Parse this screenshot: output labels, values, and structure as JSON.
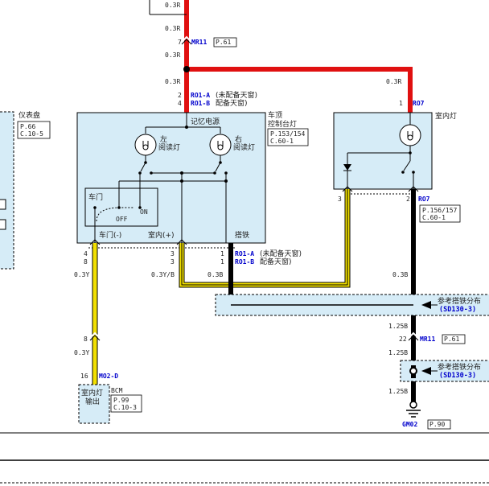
{
  "colors": {
    "red_wire": "#e01010",
    "yellow_wire": "#f2e000",
    "black_wire": "#000000",
    "component_fill": "#d6ecf7",
    "connector_text": "#0000cc"
  },
  "wire_labels": {
    "top_1": "0.3R",
    "top_2": "0.3R",
    "top_3": "0.3R",
    "top_4": "0.3R",
    "right_red": "0.3R",
    "y_left_1": "0.3Y",
    "yb_mid": "0.3Y/B",
    "b_mid": "0.3B",
    "b_right_1": "0.3B",
    "y_left_2": "0.3Y",
    "b_right_2": "1.25B",
    "b_right_3": "1.25B",
    "b_right_4": "1.25B"
  },
  "connectors": {
    "mr11_top": {
      "pin": "7",
      "name": "MR11",
      "page": "P.61"
    },
    "ro1_top": {
      "pin_a": "2",
      "pin_b": "4",
      "name_a": "RO1-A",
      "name_b": "RO1-B",
      "note_a": "(未配备天窗)",
      "note_b": "配备天窗)"
    },
    "ro7_top": {
      "pin": "1",
      "name": "RO7"
    },
    "ro7_bottom": {
      "pin_a": "3",
      "pin_b": "2",
      "name": "RO7",
      "page": "P.156/157",
      "sub": "C.60-1"
    },
    "ro1_bottom": {
      "pins_left": [
        "4",
        "8"
      ],
      "pins_mid": [
        "3",
        "3"
      ],
      "pins_right": [
        "1",
        "1"
      ],
      "name_a": "RO1-A",
      "name_b": "RO1-B",
      "note_a": "(未配备天窗)",
      "note_b": "配备天窗)"
    },
    "mr11_bottom": {
      "pin": "22",
      "name": "MR11",
      "page": "P.61"
    },
    "splice_left": {
      "pin": "8"
    },
    "mo2": {
      "pin": "16",
      "name": "MO2-D"
    },
    "gm02": {
      "name": "GM02",
      "page": "P.90"
    }
  },
  "components": {
    "instrument_panel": {
      "name": "仪表盘",
      "page": "P.66",
      "sub": "C.10-5"
    },
    "console_lamp": {
      "name_line1": "车顶",
      "name_line2": "控制台灯",
      "page": "P.153/154",
      "sub": "C.60-1",
      "memory_power": "记忆电源",
      "left_lamp_1": "左",
      "left_lamp_2": "阅读灯",
      "right_lamp_1": "右",
      "right_lamp_2": "阅读灯",
      "door_switch": "车门",
      "off": "OFF",
      "on": "ON",
      "door_minus": "车门(-)",
      "room_plus": "室内(+)",
      "ground": "搭铁"
    },
    "room_lamp": {
      "name": "室内灯"
    },
    "bcm": {
      "line1": "室内灯",
      "line2": "输出",
      "name": "BCM",
      "page": "P.99",
      "sub": "C.10-3"
    }
  },
  "references": {
    "ground_dist_1": {
      "text": "参考搭铁分布",
      "code": "(SD130-3)"
    },
    "ground_dist_2": {
      "text": "参考搭铁分布",
      "code": "(SD130-3)"
    }
  }
}
